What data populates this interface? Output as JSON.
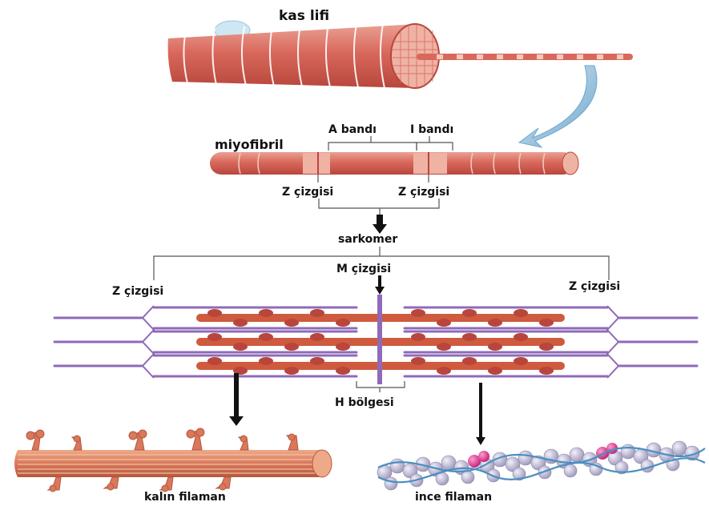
{
  "labels": {
    "muscle_fiber": "kas lifi",
    "myofibril": "miyofibril",
    "a_band": "A bandı",
    "i_band": "I bandı",
    "z_line": "Z çizgisi",
    "sarcomere": "sarkomer",
    "m_line": "M çizgisi",
    "h_zone": "H bölgesi",
    "thick_filament": "kalın filaman",
    "thin_filament": "ince filaman"
  },
  "colors": {
    "muscle": "#d9685c",
    "muscle_dark": "#b8463c",
    "muscle_light": "#efb3a4",
    "actin": "#8f6ab8",
    "myosin": "#cf5a3e",
    "arrow_blue": "#7fb2d4",
    "thin_bead": "#bcb8d2",
    "thin_red": "#d9328a",
    "thick_bundle": "#d9785a"
  }
}
